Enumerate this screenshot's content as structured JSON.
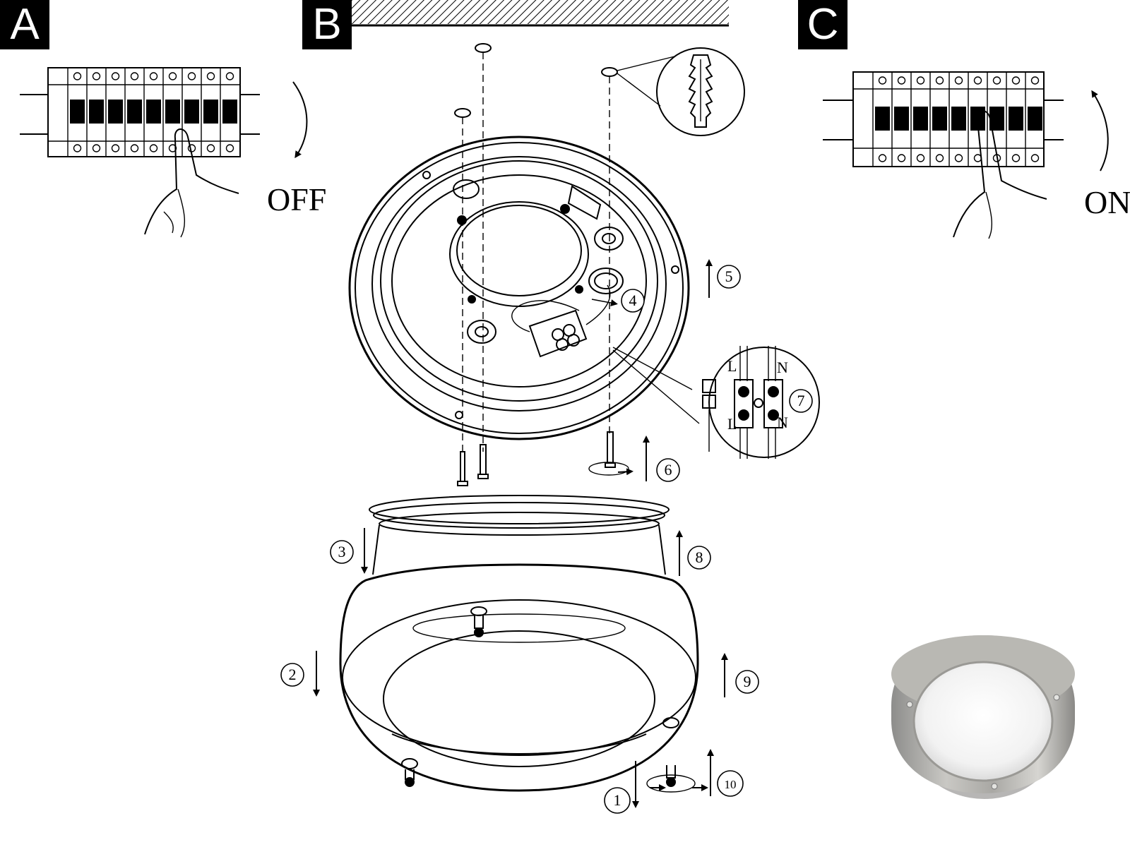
{
  "panels": {
    "a": "A",
    "b": "B",
    "c": "C"
  },
  "switch_labels": {
    "off": "OFF",
    "on": "ON"
  },
  "steps": [
    "1",
    "2",
    "3",
    "4",
    "5",
    "6",
    "7",
    "8",
    "9",
    "10"
  ],
  "terminal_labels": {
    "live_top": "L",
    "neutral_top": "N",
    "live_bottom": "L",
    "neutral_bottom": "N"
  }
}
